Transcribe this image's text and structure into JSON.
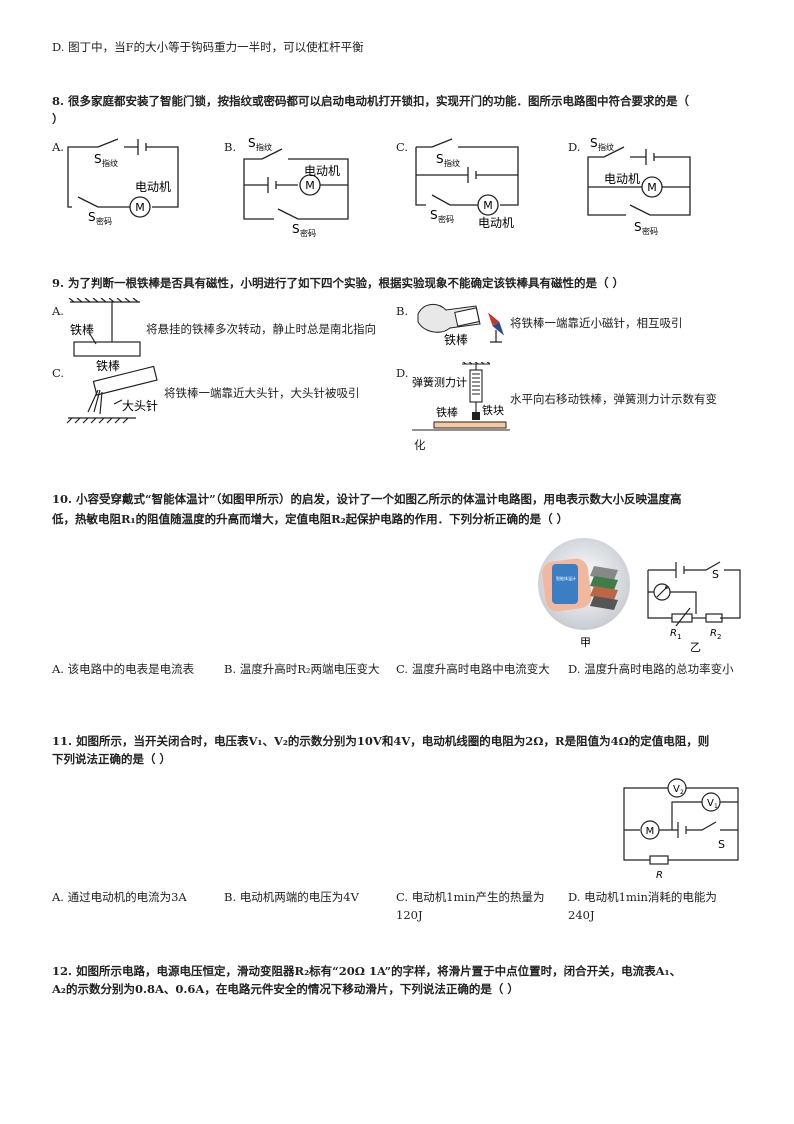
{
  "prev_option_d": "D. 图丁中，当F的大小等于钩码重力一半时，可以使杠杆平衡",
  "q8": {
    "stem": "8.  很多家庭都安装了智能门锁，按指纹或密码都可以启动电动机打开锁扣，实现开门的功能．图所示电路图中符合要求的是（",
    "stem_end": "）",
    "letters": [
      "A.",
      "B.",
      "C.",
      "D."
    ],
    "switch_fp": "S",
    "switch_fp_sub": "指纹",
    "switch_pw": "S",
    "switch_pw_sub": "密码",
    "motor_label": "电动机",
    "motor_symbol": "M"
  },
  "q9": {
    "stem": "9.  为了判断一根铁棒是否具有磁性，小明进行了如下四个实验，根据实验现象不能确定该铁棒具有磁性的是（      ）",
    "A": {
      "letter": "A.",
      "bar_label": "铁棒",
      "desc": "将悬挂的铁棒多次转动，静止时总是南北指向"
    },
    "B": {
      "letter": "B.",
      "bar_label": "铁棒",
      "desc": "将铁棒一端靠近小磁针，相互吸引"
    },
    "C": {
      "letter": "C.",
      "bar_label": "铁棒",
      "pin_label": "大头针",
      "desc": "将铁棒一端靠近大头针，大头针被吸引"
    },
    "D": {
      "letter": "D.",
      "meter_label": "弹簧测力计",
      "bar_label": "铁棒",
      "block_label": "铁块",
      "desc": "水平向右移动铁棒，弹簧测力计示数有变",
      "desc_cont": "化"
    }
  },
  "q10": {
    "stem_line1": "10.  小容受穿戴式“智能体温计”（如图甲所示）的启发，设计了一个如图乙所示的体温计电路图，用电表示数大小反映温度高",
    "stem_line2": "低，热敏电阻R₁的阻值随温度的升高而增大，定值电阻R₂起保护电路的作用．下列分析正确的是（      ）",
    "fig_a_label": "甲",
    "fig_b_label": "乙",
    "patch_text": "智能体温计",
    "switch": "S",
    "r1": "R",
    "r1_sub": "1",
    "r2": "R",
    "r2_sub": "2",
    "options": [
      "A.  该电路中的电表是电流表",
      "B.  温度升高时R₂两端电压变大",
      "C.  温度升高时电路中电流变大",
      "D.  温度升高时电路的总功率变小"
    ]
  },
  "q11": {
    "stem_line1": "11.  如图所示，当开关闭合时，电压表V₁、V₂的示数分别为10V和4V，电动机线圈的电阻为2Ω，R是阻值为4Ω的定值电阻，则",
    "stem_line2": "下列说法正确的是（      ）",
    "v2": "V",
    "v2_sub": "2",
    "v1": "V",
    "v1_sub": "1",
    "motor_symbol": "M",
    "switch": "S",
    "resistor": "R",
    "options": [
      "A.  通过电动机的电流为3A",
      "B.  电动机两端的电压为4V",
      "C.  电动机1min产生的热量为120J",
      "D.  电动机1min消耗的电能为240J"
    ]
  },
  "q12": {
    "stem_line1": "12.  如图所示电路，电源电压恒定，滑动变阻器R₂标有“20Ω     1A”的字样，将滑片置于中点位置时，闭合开关，电流表A₁、",
    "stem_line2": "A₂的示数分别为0.8A、0.6A，在电路元件安全的情况下移动滑片，下列说法正确的是（      ）"
  }
}
